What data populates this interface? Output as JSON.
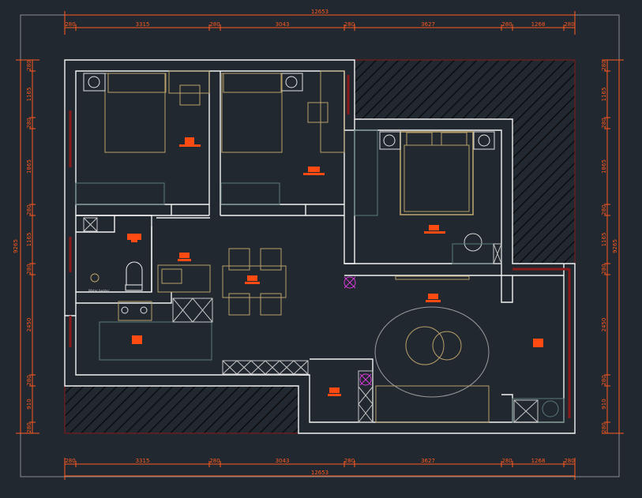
{
  "colors": {
    "background": "#212830",
    "wall": "#f2f2f2",
    "dimension": "#ff5a1f",
    "furniture": "#b9a06a",
    "cabinet": "#5a7a78",
    "hatch_boundary": "#8b1a1a",
    "room_tag": "#ff4a12",
    "light_fixture": "#d73bd9",
    "border": "#8a8a8a"
  },
  "dimensions": {
    "top_total": "12653",
    "top_segments": [
      "280",
      "3315",
      "280",
      "3043",
      "280",
      "3627",
      "280",
      "1268",
      "280"
    ],
    "bottom_total": "12653",
    "bottom_segments": [
      "280",
      "3315",
      "280",
      "3043",
      "280",
      "3627",
      "280",
      "1268",
      "280"
    ],
    "left_total": "9265",
    "left_segments": [
      "280",
      "1165",
      "280",
      "1865",
      "280",
      "1165",
      "280",
      "2450",
      "280",
      "910",
      "280"
    ],
    "right_total": "9265",
    "right_segments": [
      "280",
      "1165",
      "280",
      "1865",
      "280",
      "1165",
      "280",
      "2450",
      "280",
      "910",
      "280"
    ]
  },
  "labels": {
    "bathroom_fixture": "Water heater"
  }
}
